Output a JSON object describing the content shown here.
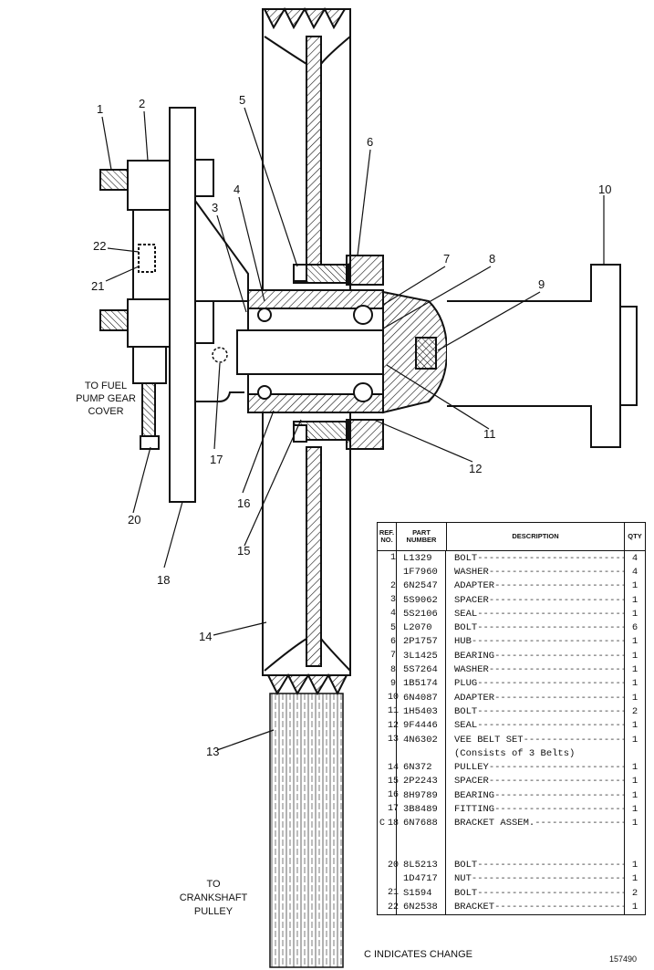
{
  "callouts": [
    "1",
    "2",
    "3",
    "4",
    "5",
    "6",
    "7",
    "8",
    "9",
    "10",
    "11",
    "12",
    "13",
    "14",
    "15",
    "16",
    "17",
    "18",
    "20",
    "21",
    "22"
  ],
  "notes": {
    "fuel_pump": [
      "TO FUEL",
      "PUMP GEAR",
      "COVER"
    ],
    "crankshaft": [
      "TO",
      "CRANKSHAFT",
      "PULLEY"
    ]
  },
  "table": {
    "headers": {
      "ref": "REF. NO.",
      "part": "PART NUMBER",
      "description": "DESCRIPTION",
      "qty": "QTY"
    },
    "rows": [
      {
        "change": "",
        "ref": "1",
        "part": "L1329",
        "description": "BOLT",
        "qty": "4"
      },
      {
        "change": "",
        "ref": "",
        "part": "1F7960",
        "description": "WASHER",
        "qty": "4"
      },
      {
        "change": "",
        "ref": "2",
        "part": "6N2547",
        "description": "ADAPTER",
        "qty": "1"
      },
      {
        "change": "",
        "ref": "3",
        "part": "5S9062",
        "description": "SPACER",
        "qty": "1"
      },
      {
        "change": "",
        "ref": "4",
        "part": "5S2106",
        "description": "SEAL",
        "qty": "1"
      },
      {
        "change": "",
        "ref": "5",
        "part": "L2070",
        "description": "BOLT",
        "qty": "6"
      },
      {
        "change": "",
        "ref": "6",
        "part": "2P1757",
        "description": "HUB",
        "qty": "1"
      },
      {
        "change": "",
        "ref": "7",
        "part": "3L1425",
        "description": "BEARING",
        "qty": "1"
      },
      {
        "change": "",
        "ref": "8",
        "part": "5S7264",
        "description": "WASHER",
        "qty": "1"
      },
      {
        "change": "",
        "ref": "9",
        "part": "1B5174",
        "description": "PLUG",
        "qty": "1"
      },
      {
        "change": "",
        "ref": "10",
        "part": "6N4087",
        "description": "ADAPTER",
        "qty": "1"
      },
      {
        "change": "",
        "ref": "11",
        "part": "1H5403",
        "description": "BOLT",
        "qty": "2"
      },
      {
        "change": "",
        "ref": "12",
        "part": "9F4446",
        "description": "SEAL",
        "qty": "1"
      },
      {
        "change": "",
        "ref": "13",
        "part": "4N6302",
        "description": "VEE BELT SET",
        "qty": "1"
      },
      {
        "change": "",
        "ref": "",
        "part": "",
        "description": "(Consists of 3 Belts)",
        "qty": ""
      },
      {
        "change": "",
        "ref": "14",
        "part": "6N372",
        "description": "PULLEY",
        "qty": "1"
      },
      {
        "change": "",
        "ref": "15",
        "part": "2P2243",
        "description": "SPACER",
        "qty": "1"
      },
      {
        "change": "",
        "ref": "16",
        "part": "8H9789",
        "description": "BEARING",
        "qty": "1"
      },
      {
        "change": "",
        "ref": "17",
        "part": "3B8489",
        "description": "FITTING",
        "qty": "1"
      },
      {
        "change": "C",
        "ref": "18",
        "part": "6N7688",
        "description": "BRACKET ASSEM.",
        "qty": "1"
      },
      {
        "change": "",
        "ref": "",
        "part": "",
        "description": "",
        "qty": ""
      },
      {
        "change": "",
        "ref": "",
        "part": "",
        "description": "",
        "qty": ""
      },
      {
        "change": "",
        "ref": "20",
        "part": "8L5213",
        "description": "BOLT",
        "qty": "1"
      },
      {
        "change": "",
        "ref": "",
        "part": "1D4717",
        "description": "NUT",
        "qty": "1"
      },
      {
        "change": "",
        "ref": "21",
        "part": "S1594",
        "description": "BOLT",
        "qty": "2"
      },
      {
        "change": "",
        "ref": "22",
        "part": "6N2538",
        "description": "BRACKET",
        "qty": "1"
      }
    ]
  },
  "footer_note": "C INDICATES CHANGE",
  "drawing_number": "157490"
}
